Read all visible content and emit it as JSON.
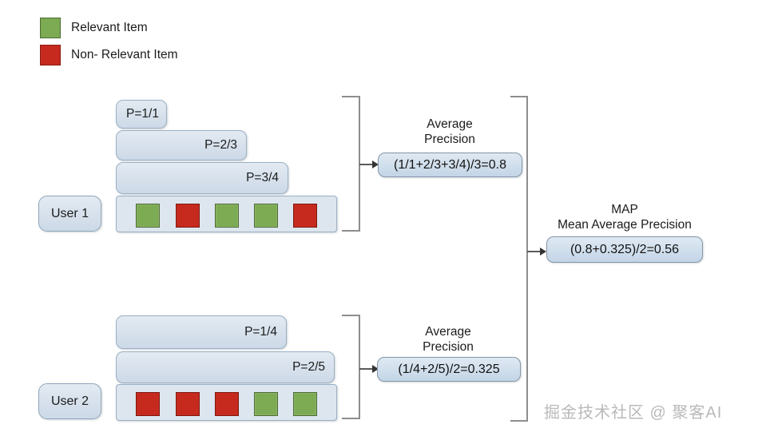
{
  "legend": {
    "items": [
      {
        "label": "Relevant Item",
        "color": "#7cab53",
        "icon": "green-square-icon"
      },
      {
        "label": "Non- Relevant Item",
        "color": "#c62a1e",
        "icon": "red-square-icon"
      }
    ]
  },
  "users": [
    {
      "id": "user-1",
      "label": "User 1",
      "precision_bars": [
        "P=1/1",
        "P=2/3",
        "P=3/4"
      ],
      "items": [
        "relevant",
        "non-relevant",
        "relevant",
        "relevant",
        "non-relevant"
      ],
      "average_precision": {
        "caption_line1": "Average",
        "caption_line2": "Precision",
        "formula": "(1/1+2/3+3/4)/3=0.8",
        "value": 0.8
      }
    },
    {
      "id": "user-2",
      "label": "User 2",
      "precision_bars": [
        "P=1/4",
        "P=2/5"
      ],
      "items": [
        "non-relevant",
        "non-relevant",
        "non-relevant",
        "relevant",
        "relevant"
      ],
      "average_precision": {
        "caption_line1": "Average",
        "caption_line2": "Precision",
        "formula": "(1/4+2/5)/2=0.325",
        "value": 0.325
      }
    }
  ],
  "map": {
    "caption_line1": "MAP",
    "caption_line2": "Mean Average Precision",
    "formula": "(0.8+0.325)/2=0.56",
    "value": 0.56
  },
  "watermark": {
    "text": "掘金技术社区 @ 聚客AI"
  },
  "colors": {
    "relevant": "#7cab53",
    "non_relevant": "#c62a1e",
    "box_fill": "#dde5ee",
    "box_border": "#9ab0c4",
    "connector": "#8d8d8d"
  }
}
